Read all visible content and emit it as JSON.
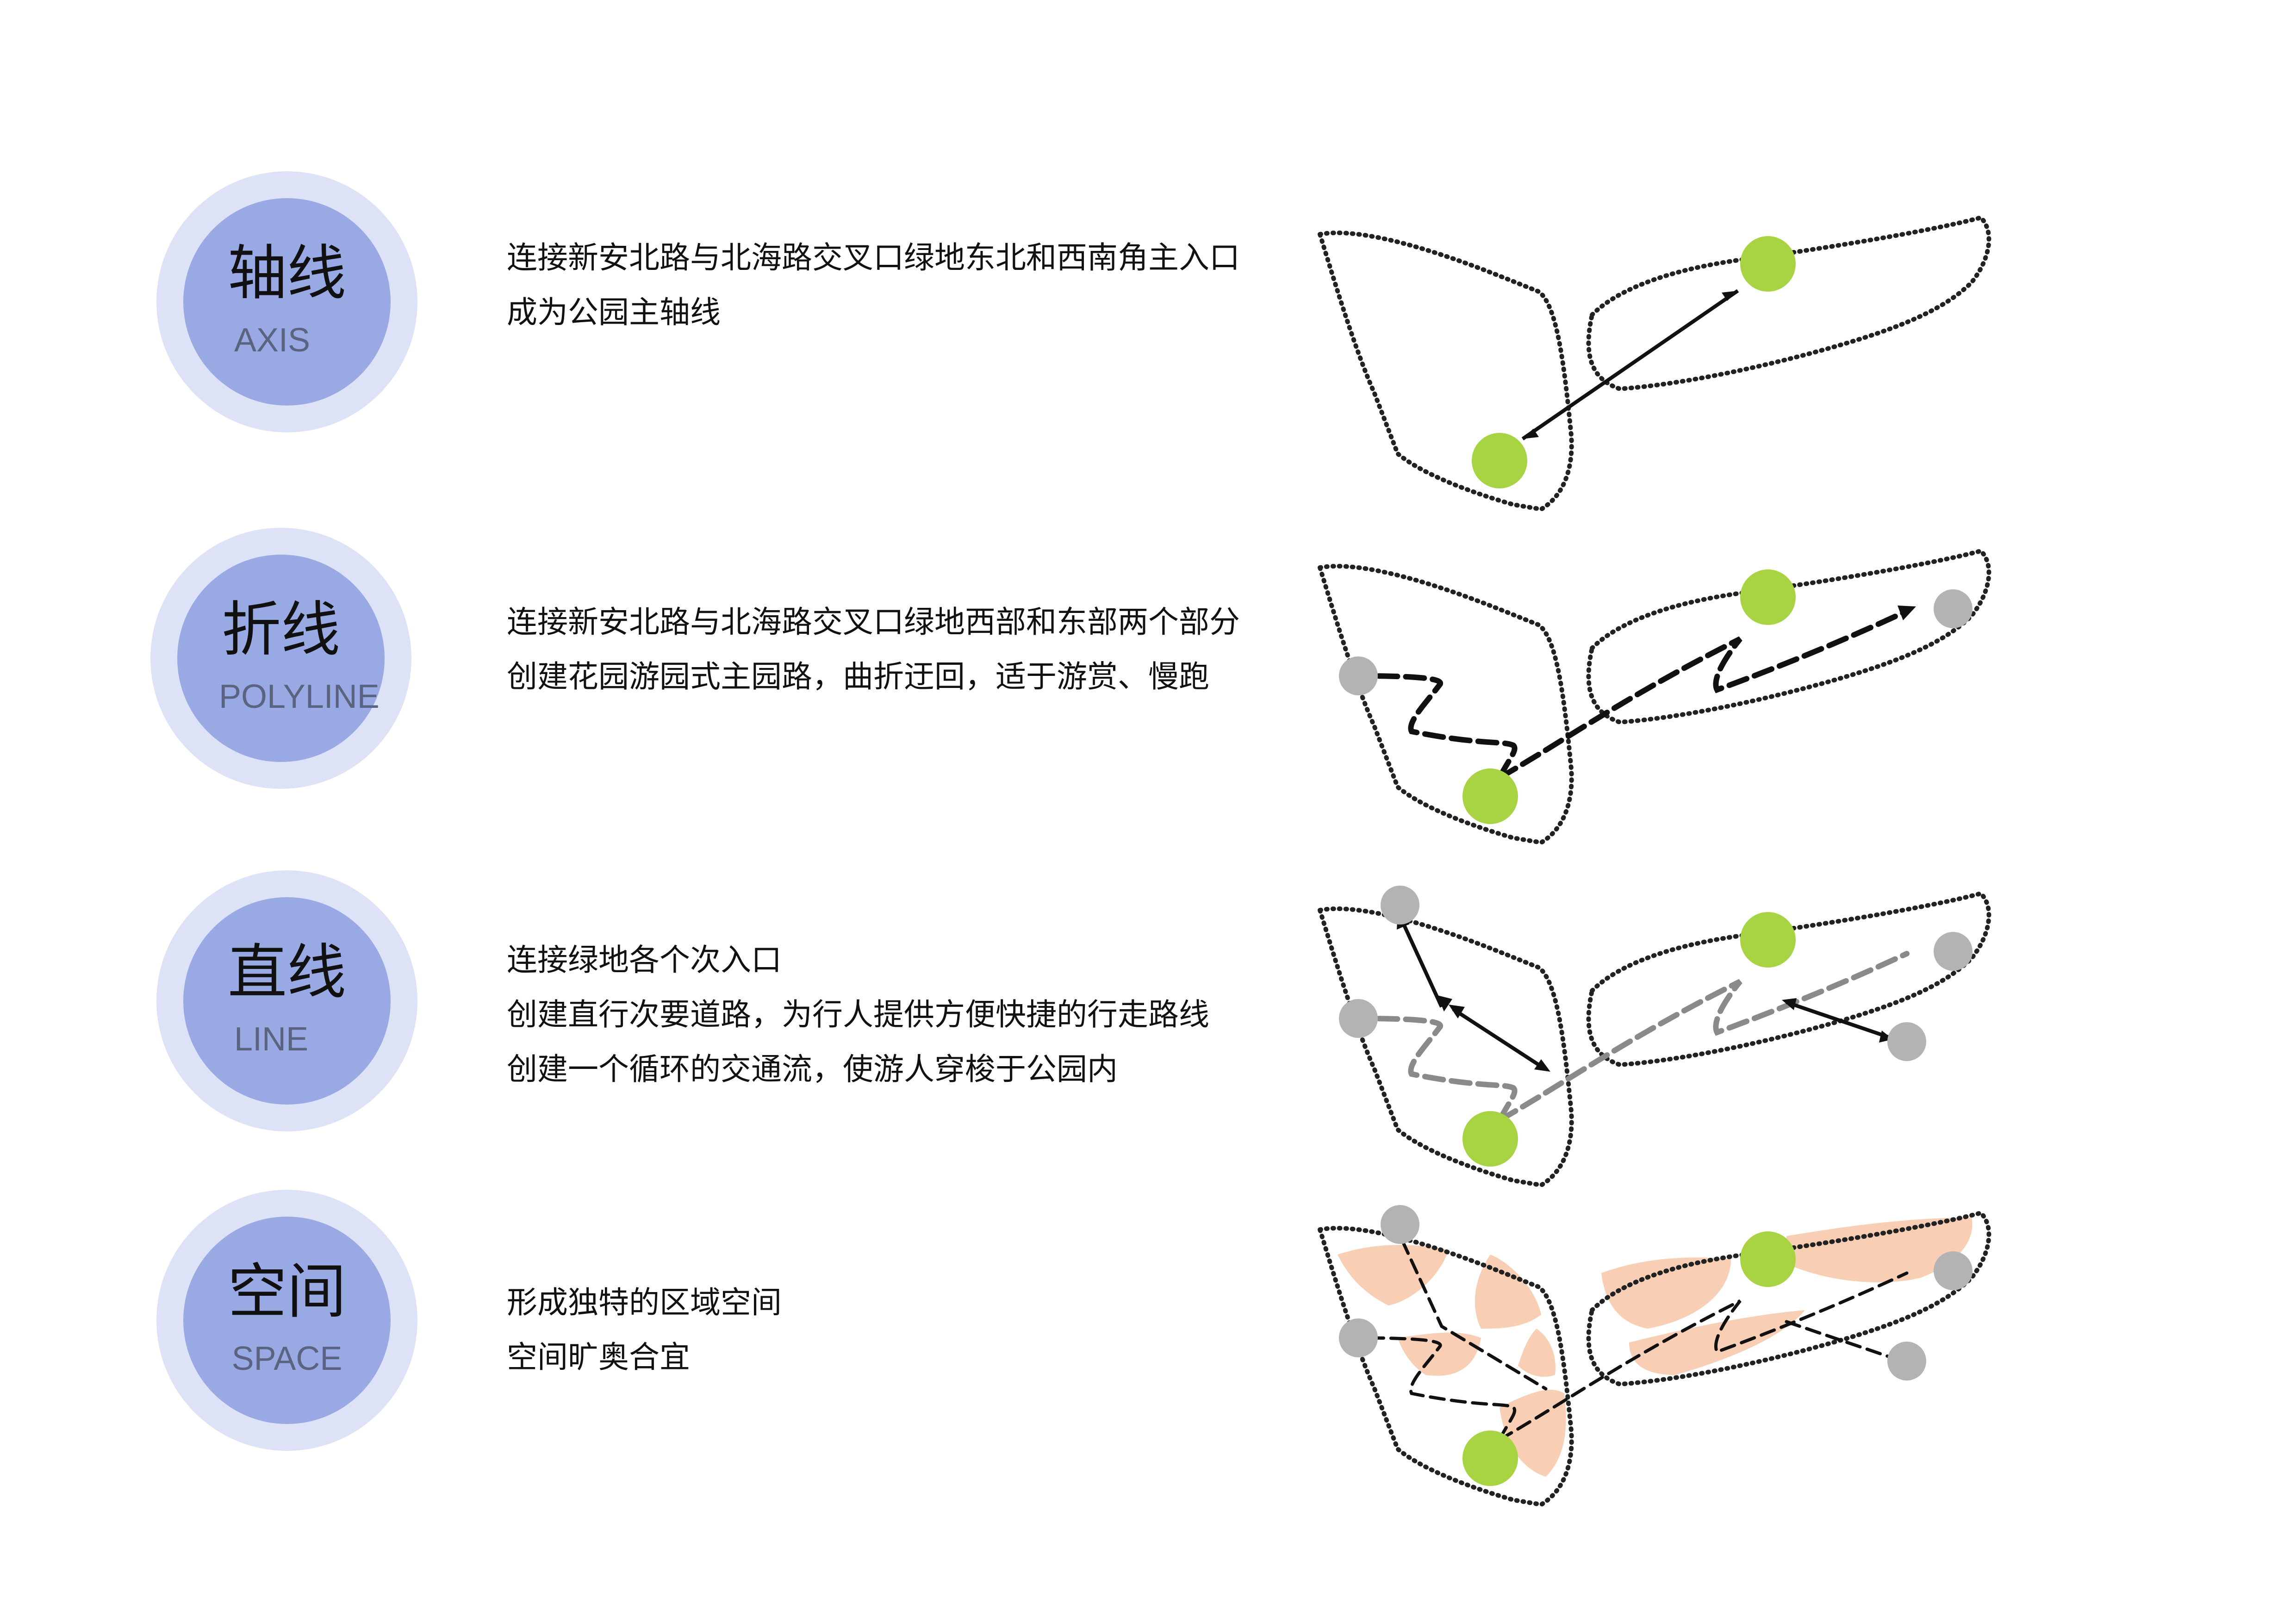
{
  "rows": [
    {
      "title_zh": "轴线",
      "title_en": "AXIS",
      "lines": [
        "连接新安北路与北海路交叉口绿地东北和西南角主入口",
        "成为公园主轴线"
      ]
    },
    {
      "title_zh": "折线",
      "title_en": "POLYLINE",
      "lines": [
        "连接新安北路与北海路交叉口绿地西部和东部两个部分",
        "创建花园游园式主园路，曲折迂回，适于游赏、慢跑"
      ]
    },
    {
      "title_zh": "直线",
      "title_en": "LINE",
      "lines": [
        "连接绿地各个次入口",
        "创建直行次要道路，为行人提供方便快捷的行走路线",
        "创建一个循环的交通流，使游人穿梭于公园内"
      ]
    },
    {
      "title_zh": "空间",
      "title_en": "SPACE",
      "lines": [
        "形成独特的区域空间",
        "空间旷奥合宜"
      ]
    }
  ],
  "colors": {
    "badge_outer": "#dde2f6",
    "badge_inner": "#99a9e3",
    "main_entrance": "#a8d443",
    "secondary_entrance": "#b3b3b3",
    "space_fill": "#f8cfb4",
    "path_primary": "#111111",
    "path_secondary": "#8a8a8a"
  }
}
